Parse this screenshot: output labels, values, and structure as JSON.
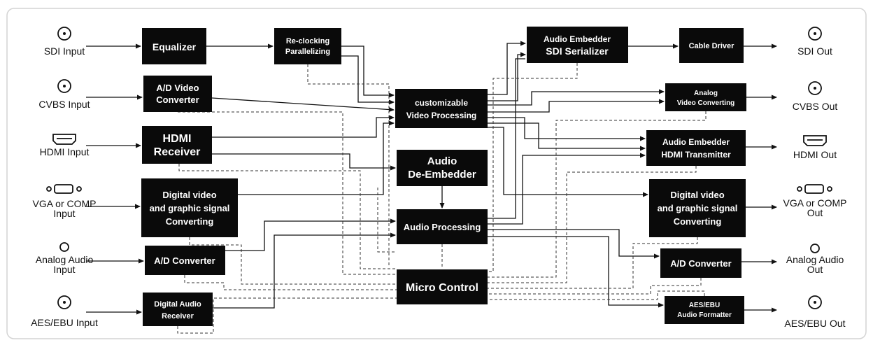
{
  "inputs": [
    {
      "id": "sdi_in",
      "label_lines": [
        "SDI Input"
      ],
      "icon": "bnc-connector-icon"
    },
    {
      "id": "cvbs_in",
      "label_lines": [
        "CVBS Input"
      ],
      "icon": "bnc-connector-icon"
    },
    {
      "id": "hdmi_in",
      "label_lines": [
        "HDMI Input"
      ],
      "icon": "hdmi-port-icon"
    },
    {
      "id": "vga_in",
      "label_lines": [
        "VGA or COMP",
        "Input"
      ],
      "icon": "vga-port-icon"
    },
    {
      "id": "aa_in",
      "label_lines": [
        "Analog Audio",
        "Input"
      ],
      "icon": "audio-jack-icon"
    },
    {
      "id": "aes_in",
      "label_lines": [
        "AES/EBU Input"
      ],
      "icon": "bnc-connector-icon"
    }
  ],
  "outputs": [
    {
      "id": "sdi_out",
      "label_lines": [
        "SDI Out"
      ],
      "icon": "bnc-connector-icon"
    },
    {
      "id": "cvbs_out",
      "label_lines": [
        "CVBS Out"
      ],
      "icon": "bnc-connector-icon"
    },
    {
      "id": "hdmi_out",
      "label_lines": [
        "HDMI Out"
      ],
      "icon": "hdmi-port-icon"
    },
    {
      "id": "vga_out",
      "label_lines": [
        "VGA or COMP",
        "Out"
      ],
      "icon": "vga-port-icon"
    },
    {
      "id": "aa_out",
      "label_lines": [
        "Analog Audio",
        "Out"
      ],
      "icon": "audio-jack-icon"
    },
    {
      "id": "aes_out",
      "label_lines": [
        "AES/EBU Out"
      ],
      "icon": "bnc-connector-icon"
    }
  ],
  "blocks": [
    {
      "id": "equalizer",
      "lines": [
        "Equalizer"
      ]
    },
    {
      "id": "reclock",
      "lines": [
        "Re-clocking",
        "Parallelizing"
      ]
    },
    {
      "id": "ad_video",
      "lines": [
        "A/D Video",
        "Converter"
      ]
    },
    {
      "id": "hdmi_rx",
      "lines": [
        "HDMI",
        "Receiver"
      ]
    },
    {
      "id": "dv_in",
      "lines": [
        "Digital video",
        "and graphic signal",
        "Converting"
      ]
    },
    {
      "id": "ad_conv_in",
      "lines": [
        "A/D Converter"
      ]
    },
    {
      "id": "dig_audio_rx",
      "lines": [
        "Digital Audio",
        "Receiver"
      ]
    },
    {
      "id": "video_proc",
      "lines": [
        "customizable",
        "Video Processing"
      ]
    },
    {
      "id": "audio_deemb",
      "lines": [
        "Audio",
        "De-Embedder"
      ]
    },
    {
      "id": "audio_proc",
      "lines": [
        "Audio Processing"
      ]
    },
    {
      "id": "micro",
      "lines": [
        "Micro Control"
      ]
    },
    {
      "id": "sdi_ser",
      "lines": [
        "Audio Embedder",
        "SDI Serializer"
      ]
    },
    {
      "id": "cable_drv",
      "lines": [
        "Cable Driver"
      ]
    },
    {
      "id": "analog_vid",
      "lines": [
        "Analog",
        "Video Converting"
      ]
    },
    {
      "id": "hdmi_tx",
      "lines": [
        "Audio Embedder",
        "HDMI Transmitter"
      ]
    },
    {
      "id": "dv_out",
      "lines": [
        "Digital video",
        "and graphic signal",
        "Converting"
      ]
    },
    {
      "id": "ad_conv_out",
      "lines": [
        "A/D Converter"
      ]
    },
    {
      "id": "aes_fmt",
      "lines": [
        "AES/EBU",
        "Audio Formatter"
      ]
    }
  ]
}
